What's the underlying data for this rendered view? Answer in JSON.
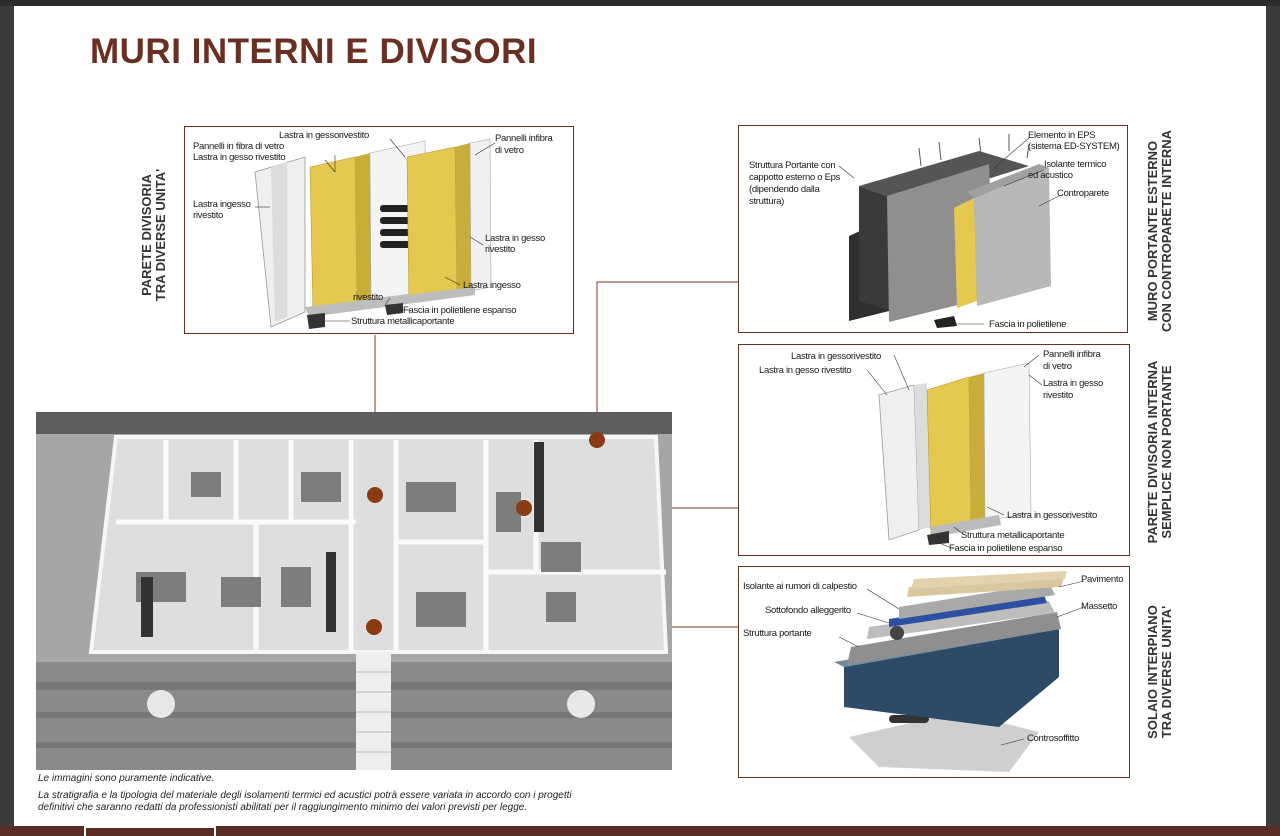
{
  "title": "MURI INTERNI E DIVISORI",
  "panels": {
    "p1": {
      "side_label_1": "PARETE DIVISORIA",
      "side_label_2": "TRA DIVERSE UNITA'",
      "labels": {
        "a": "Lastra in gessorivestito",
        "b": "Pannelli in fibra di vetro",
        "c": "Lastra in gesso rivestito",
        "d": "Pannelli infibra",
        "e": "di vetro",
        "f": "Lastra ingesso",
        "g": "rivestito",
        "h": "Lastra in gesso",
        "i": "rivestito",
        "j": "Lastra ingesso",
        "k": "rivestito",
        "l": "Fascia in polietilene espanso",
        "m": "Struttura metallicaportante"
      }
    },
    "p2": {
      "side_label_1": "MURO PORTANTE ESTERNO",
      "side_label_2": "CON CONTROPARETE INTERNA",
      "labels": {
        "a": "Elemento in EPS",
        "b": "(sistema ED-SYSTEM)",
        "c": "Isolante termico",
        "d": "ed acustico",
        "e": "Struttura Portante con",
        "f": "cappotto esterno o Eps",
        "g": "(dipendendo dalla",
        "h": "struttura)",
        "i": "Controparete",
        "j": "Fascia in polietilene"
      }
    },
    "p3": {
      "side_label_1": "PARETE DIVISORIA INTERNA",
      "side_label_2": "SEMPLICE NON PORTANTE",
      "labels": {
        "a": "Lastra in gessorivestito",
        "b": "Lastra in gesso rivestito",
        "c": "Pannelli infibra",
        "d": "di vetro",
        "e": "Lastra in gesso",
        "f": "rivestito",
        "g": "Lastra in gessorivestito",
        "h": "Struttura metallicaportante",
        "i": "Fascia in polietilene espanso"
      }
    },
    "p4": {
      "side_label_1": "SOLAIO INTERPIANO",
      "side_label_2": "TRA DIVERSE UNITA'",
      "labels": {
        "a": "Isolante ai rumori di calpestio",
        "b": "Sottofondo alleggerito",
        "c": "Struttura portante",
        "d": "Pavimento",
        "e": "Massetto",
        "f": "Controsoffitto"
      }
    }
  },
  "notes": {
    "line1": "Le immagini sono puramente indicative.",
    "line2": "La stratigrafia e la tipologia del materiale degli isolamenti termici ed acustici potrà essere variata in accordo con i progetti",
    "line3": "definitivi che saranno redatti da professionisti abilitati per il raggiungimento minimo dei valori previsti per legge."
  },
  "colors": {
    "accent": "#6b2e22",
    "dot": "#8a3b12",
    "insulation": "#e6c84a",
    "floor_blue": "#2c4fa0"
  }
}
